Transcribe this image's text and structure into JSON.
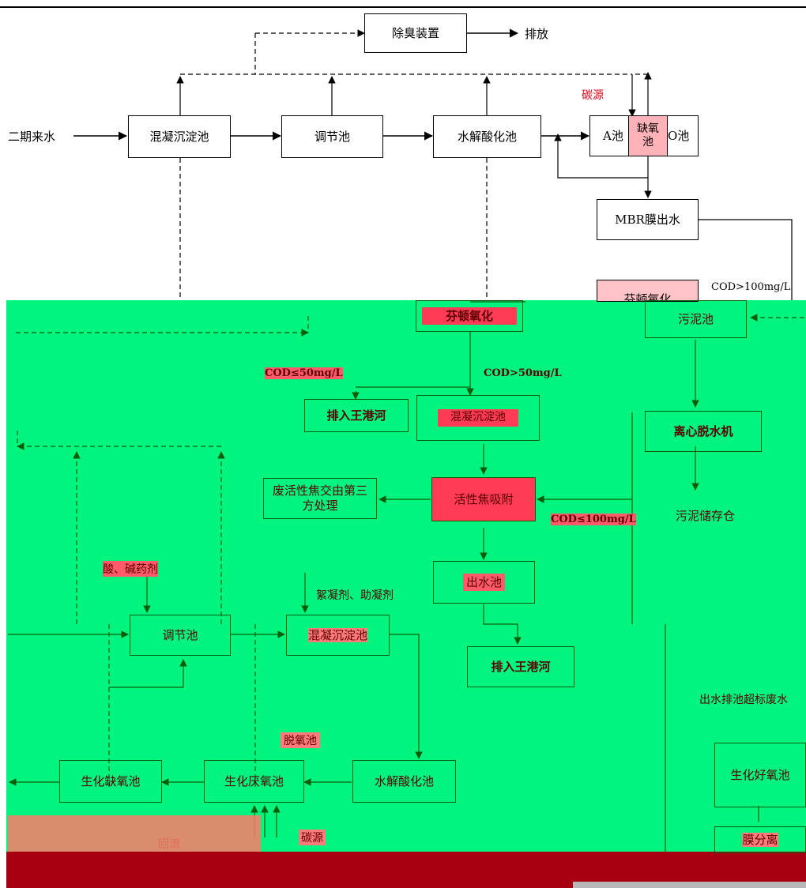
{
  "nodes": {
    "deodor": "除臭装置",
    "discharge": "排放",
    "inflow": "二期来水",
    "coag1": "混凝沉淀池",
    "adjust1": "调节池",
    "hydro1": "水解酸化池",
    "a_tank": "A池",
    "anoxic_tank": "缺氧池",
    "o_tank": "O池",
    "carbon_top": "碳源",
    "mbr": "MBR膜出水",
    "fenton": "芬顿氧化",
    "cod_gt100": "COD>100mg/L",
    "sludge_tank": "污泥池",
    "cod_le50": "COD≤50mg/L",
    "cod_gt50": "COD>50mg/L",
    "discharge_wg1": "排入王港河",
    "coag_settle2": "混凝沉淀池",
    "centrifuge": "离心脱水机",
    "waste_carbon": "废活性焦交由第三方处理",
    "active_coke": "活性焦吸附",
    "cod_le100": "COD≤100mg/L",
    "sludge_store": "污泥储存仓",
    "acid_base": "酸、碱药剂",
    "flocculant": "絮凝剂、助凝剂",
    "outlet_tank": "出水池",
    "adjust2": "调节池",
    "coag3": "混凝沉淀池",
    "discharge_wg2": "排入王港河",
    "outlet_exceed": "出水排池超标废水",
    "deox_tank": "脱氧池",
    "bio_anoxic": "生化缺氧池",
    "bio_anaerobic": "生化厌氧池",
    "hydro2": "水解酸化池",
    "bio_aerobic": "生化好氧池",
    "reflux": "回流",
    "carbon_bottom": "碳源",
    "membrane": "膜分离"
  },
  "colors": {
    "green": "#00f47e",
    "red_highlight": "#ff3b55",
    "carbon_text": "#e60012",
    "dark_red_band": "#a80010"
  }
}
